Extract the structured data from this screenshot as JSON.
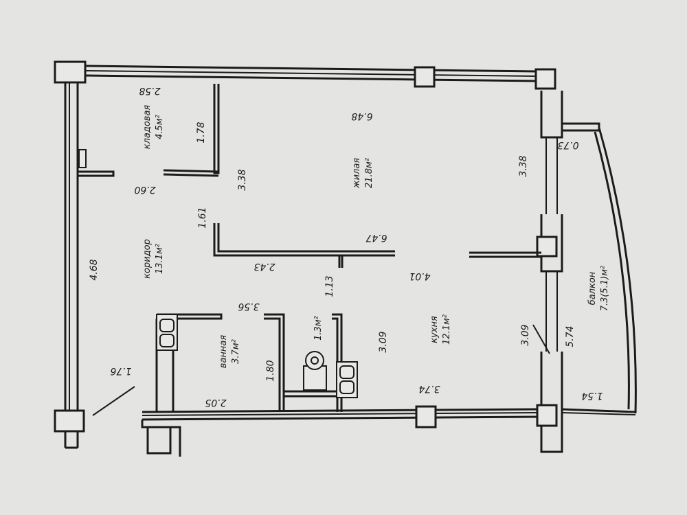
{
  "rooms": {
    "storage": {
      "name": "кладовая",
      "area": "4.5м²"
    },
    "living": {
      "name": "жилая",
      "area": "21.8м²"
    },
    "corridor": {
      "name": "коридор",
      "area": "13.1м²"
    },
    "bathroom": {
      "name": "ванная",
      "area": "3.7м²"
    },
    "wc": {
      "area": "1.3м²"
    },
    "kitchen": {
      "name": "кухня",
      "area": "12.1м²"
    },
    "balcony": {
      "name": "балкон",
      "area": "7.3(5.1)м²"
    }
  },
  "dimensions": {
    "d_2_58": "2.58",
    "d_1_78": "1.78",
    "d_0_73": "0.73",
    "d_6_48": "6.48",
    "d_3_38_a": "3.38",
    "d_3_38_b": "3.38",
    "d_2_60": "2.60",
    "d_1_61": "1.61",
    "d_6_47": "6.47",
    "d_4_68": "4.68",
    "d_2_43": "2.43",
    "d_1_13": "1.13",
    "d_4_01": "4.01",
    "d_3_56": "3.56",
    "d_3_09_a": "3.09",
    "d_3_09_b": "3.09",
    "d_5_74": "5.74",
    "d_1_80": "1.80",
    "d_1_76": "1.76",
    "d_2_05": "2.05",
    "d_3_74": "3.74",
    "d_1_54": "1.54"
  }
}
